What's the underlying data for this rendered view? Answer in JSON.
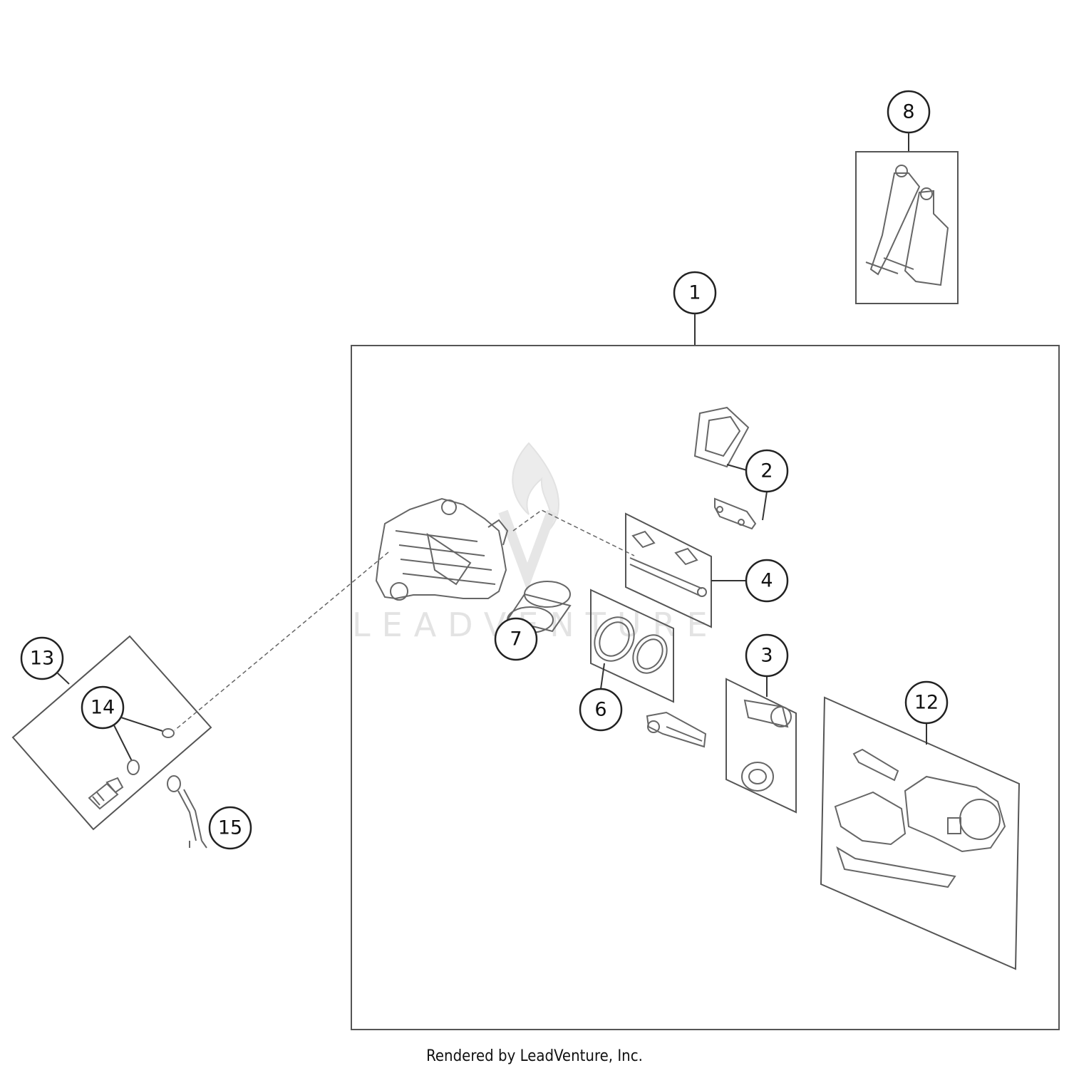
{
  "callouts": {
    "c1": "1",
    "c2": "2",
    "c3": "3",
    "c4": "4",
    "c6": "6",
    "c7": "7",
    "c8": "8",
    "c12": "12",
    "c13": "13",
    "c14": "14",
    "c15": "15"
  },
  "watermark": "LEADVENTURE",
  "footer": "Rendered by LeadVenture, Inc."
}
